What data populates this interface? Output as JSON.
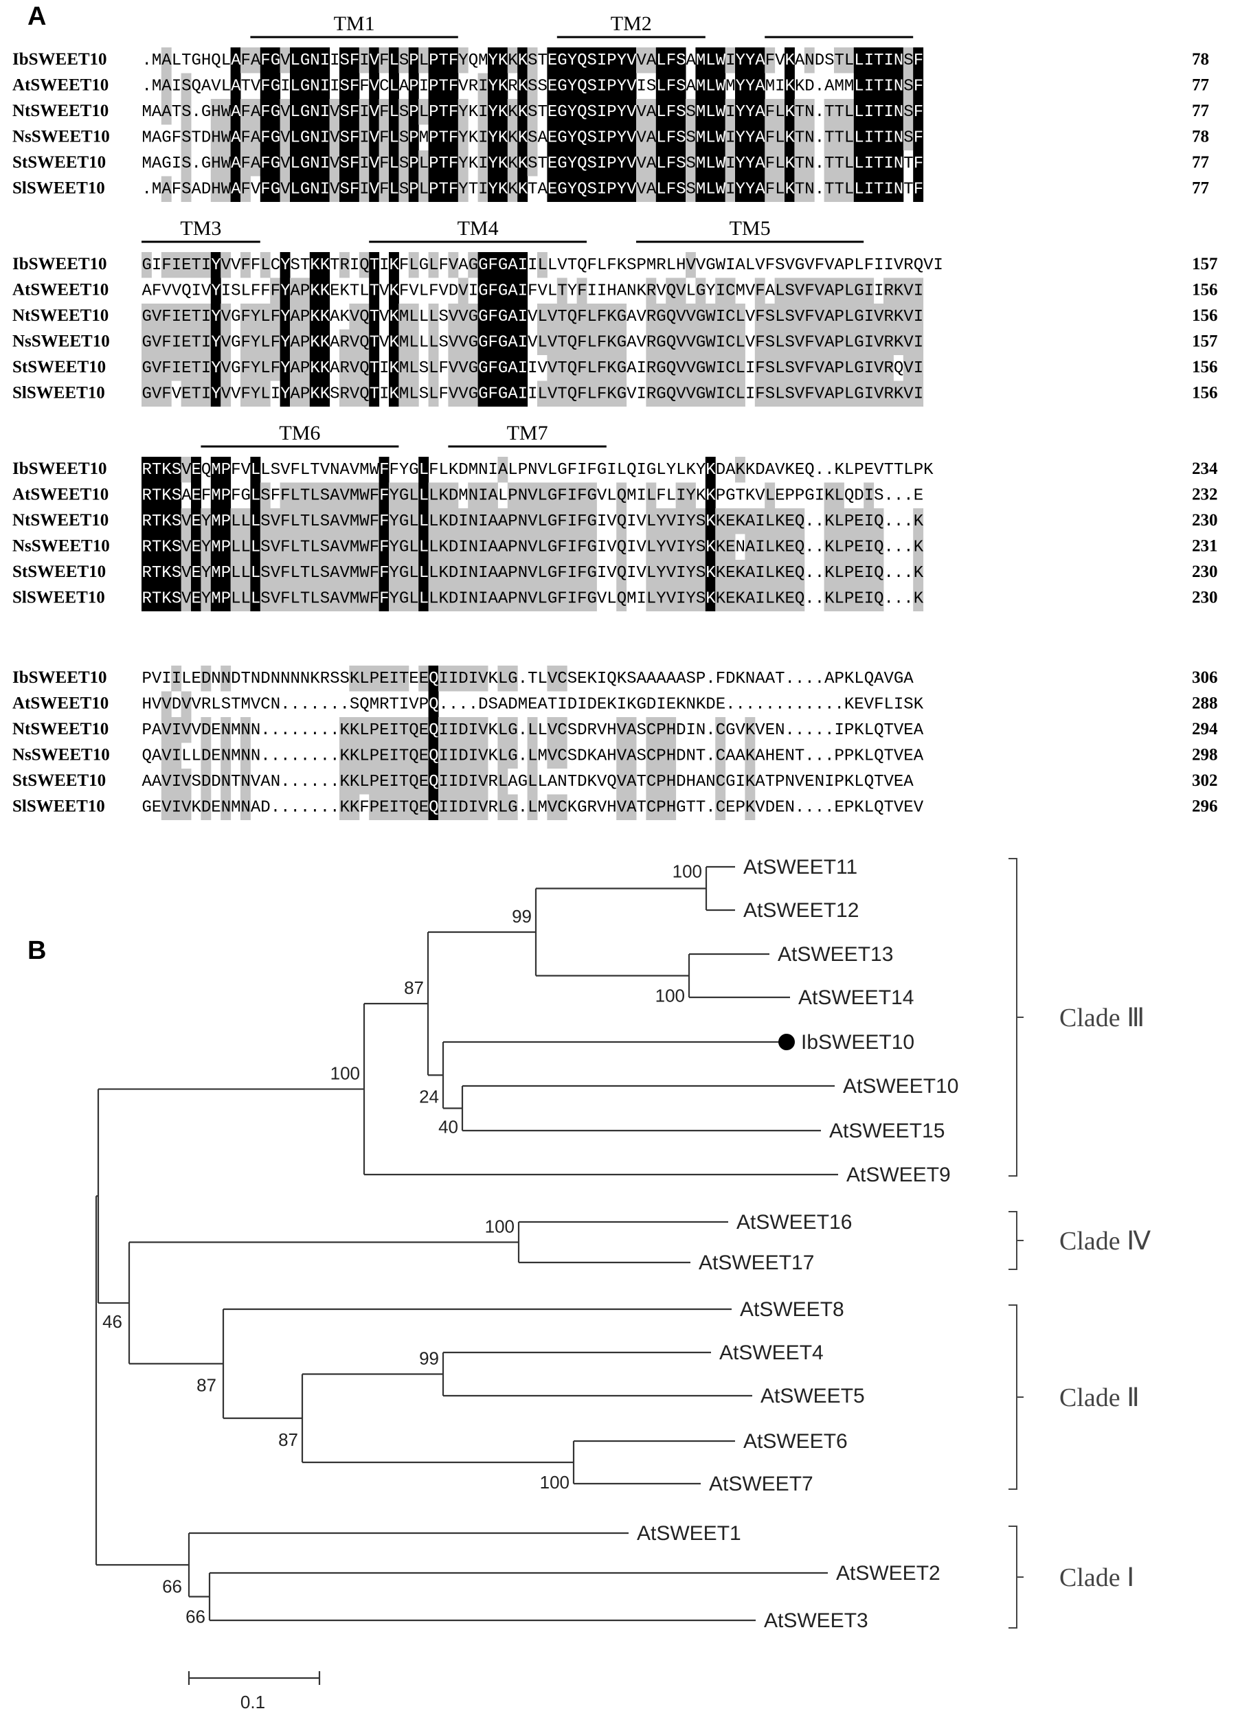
{
  "panel_a": {
    "label": "A",
    "blocks": [
      {
        "tm": [
          {
            "label": "TM1",
            "start": 11,
            "end": 32
          },
          {
            "label": "TM2",
            "start": 42,
            "end": 57
          },
          {
            "label": "TM3_1",
            "label_text": "",
            "start": 63,
            "end": 78
          }
        ],
        "rows": [
          {
            "name": "IbSWEET10",
            "seq": ".MALTGHQLAFAFGVLGNIISFIVFLSPLPTFYQMYKKKSTEGYQSIPYVVALFSAMLWIYYAFVKANDSTLLITINSF",
            "num": "78"
          },
          {
            "name": "AtSWEET10",
            "seq": ".MAISQAVLATVFGILGNIISFFVCLAPIPTFVRIYKRKSSEGYQSIPYVISLFSAMLWMYYAMIKKD.AMMLITINSF",
            "num": "77"
          },
          {
            "name": "NtSWEET10",
            "seq": "MAATS.GHWAFAFGVLGNIVSFIVFLSPLPTFYKIYKKKSTEGYQSIPYVVALFSSMLWIYYAFLKTN.TTLLITINSF",
            "num": "77"
          },
          {
            "name": "NsSWEET10",
            "seq": "MAGFSTDHWAFAFGVLGNIVSFIVFLSPMPTFYKIYKKKSAEGYQSIPYVVALFSSMLWIYYAFLKTN.TTLLITINSF",
            "num": "78"
          },
          {
            "name": "StSWEET10",
            "seq": "MAGIS.GHWAFAFGVLGNIVSFIVFLSPLPTFYKIYKKKSTEGYQSIPYVVALFSSMLWIYYAFLKTN.TTLLITINTF",
            "num": "77"
          },
          {
            "name": "SlSWEET10",
            "seq": ".MAFSADHWAFVFGVLGNIVSFIVFLSPLPTFYTIYKKKTAEGYQSIPYVVALFSSMLWIYYAFLKTN.TTLLITINTF",
            "num": "77"
          }
        ]
      },
      {
        "tm": [
          {
            "label": "TM3",
            "start": 0,
            "end": 12
          },
          {
            "label": "TM4",
            "start": 23,
            "end": 45
          },
          {
            "label": "TM5",
            "start": 50,
            "end": 73
          }
        ],
        "rows": [
          {
            "name": "IbSWEET10",
            "seq": "GIFIETIYVVFFLCYSTKKTRIQTIKFLGLFVAGGFGAIILLVTQFLFKSPMRLHVVGWIALVFSVGVFVAPLFIIVRQVI",
            "num": "157"
          },
          {
            "name": "AtSWEET10",
            "seq": "AFVVQIVYISLFFFYAPKKEKTLTVKFVLFVDVIGFGAIFVLTYFIIHANKRVQVLGYICMVFALSVFVAPLGIIRKVI",
            "num": "156"
          },
          {
            "name": "NtSWEET10",
            "seq": "GVFIETIYVGFYLFYAPKKAKVQTVKMLLLSVVGGFGAIVLVTQFLFKGAVRGQVVGWICLVFSLSVFVAPLGIVRKVI",
            "num": "156"
          },
          {
            "name": "NsSWEET10",
            "seq": "GVFIETIYVGFYLFYAPKKARVQTVKMLLLSVVGGFGAIVLVTQFLFKGAVRGQVVGWICLVFSLSVFVAPLGIVRKVI",
            "num": "157"
          },
          {
            "name": "StSWEET10",
            "seq": "GVFIETIYVGFYLFYAPKKARVQTIKMLSLFVVGGFGAIIVVTQFLFKGAIRGQVVGWICLIFSLSVFVAPLGIVRQVI",
            "num": "156"
          },
          {
            "name": "SlSWEET10",
            "seq": "GVFVETIYVVFYLIYAPKKSRVQTIKMLSLFVVGGFGAIILVTQFLFKGVIRGQVVGWICLIFSLSVFVAPLGIVRKVI",
            "num": "156"
          }
        ]
      },
      {
        "tm": [
          {
            "label": "TM6",
            "start": 6,
            "end": 26
          },
          {
            "label": "TM7",
            "start": 31,
            "end": 47
          }
        ],
        "rows": [
          {
            "name": "IbSWEET10",
            "seq": "RTKSVEQMPFVLLSVFLTVNAVMWFFYGLFLKDMNIALPNVLGFIFGILQIGLYLKYKDAKKDAVKEQ..KLPEVTTLPK",
            "num": "234"
          },
          {
            "name": "AtSWEET10",
            "seq": "RTKSAEFMPFGLSFFLTLSAVMWFFYGLLLKDMNIALPNVLGFIFGVLQMILFLIYKKPGTKVLEPPGIKLQDIS...E",
            "num": "232"
          },
          {
            "name": "NtSWEET10",
            "seq": "RTKSVEYMPLLLSVFLTLSAVMWFFYGLLLKDINIAAPNVLGFIFGIVQIVLYVIYSKKEKAILKEQ..KLPEIQ...K",
            "num": "230"
          },
          {
            "name": "NsSWEET10",
            "seq": "RTKSVEYMPLLLSVFLTLSAVMWFFYGLLLKDINIAAPNVLGFIFGIVQIVLYVIYSKKENAILKEQ..KLPEIQ...K",
            "num": "231"
          },
          {
            "name": "StSWEET10",
            "seq": "RTKSVEYMPLLLSVFLTLSAVMWFFYGLLLKDINIAAPNVLGFIFGIVQIVLYVIYSKKEKAILKEQ..KLPEIQ...K",
            "num": "230"
          },
          {
            "name": "SlSWEET10",
            "seq": "RTKSVEYMPLLLSVFLTLSAVMWFFYGLLLKDINIAAPNVLGFIFGVLQMILYVIYSKKEKAILKEQ..KLPEIQ...K",
            "num": "230"
          }
        ]
      },
      {
        "tm": [],
        "rows": [
          {
            "name": "IbSWEET10",
            "seq": "PVIILEDNNDTNDNNNNKRSSKLPEITEEQIIDIVKLG.TLVCSEKIQKSAAAAASP.FDKNAAT....APKLQAVGA",
            "num": "306"
          },
          {
            "name": "AtSWEET10",
            "seq": "HVVDVVRLSTMVCN.......SQMRTIVPQ....DSADMEATIDIDEKIKGDIEKNKDE............KEVFLISK",
            "num": "288"
          },
          {
            "name": "NtSWEET10",
            "seq": "PAVIVVDENMNN........KKLPEITQEQIIDIVKLG.LLVCSDRVHVASCPHDIN.CGVKVEN.....IPKLQTVEA",
            "num": "294"
          },
          {
            "name": "NsSWEET10",
            "seq": "QAVILLDENMNN........KKLPEITQEQIIDIVKLG.LMVCSDKAHVASCPHDNT.CAAKAHENT...PPKLQTVEA",
            "num": "298"
          },
          {
            "name": "StSWEET10",
            "seq": "AAVIVSDDNTNVAN......KKLPEITQEQIIDIVRLAGLLANTDKVQVATCPHDHANCGIKATPNVENIPKLQTVEA",
            "num": "302"
          },
          {
            "name": "SlSWEET10",
            "seq": "GEVIVKDENMNAD.......KKFPEITQEQIIDIVRLG.LMVCKGRVHVATCPHGTT.CEPKVDEN....EPKLQTVEV",
            "num": "296"
          }
        ]
      }
    ]
  },
  "panel_b": {
    "label": "B",
    "leaves": [
      {
        "id": "at11",
        "label": "AtSWEET11"
      },
      {
        "id": "at12",
        "label": "AtSWEET12"
      },
      {
        "id": "at13",
        "label": "AtSWEET13"
      },
      {
        "id": "at14",
        "label": "AtSWEET14"
      },
      {
        "id": "ib10",
        "label": "IbSWEET10",
        "marker": true
      },
      {
        "id": "at10",
        "label": "AtSWEET10"
      },
      {
        "id": "at15",
        "label": "AtSWEET15"
      },
      {
        "id": "at9",
        "label": "AtSWEET9"
      },
      {
        "id": "at16",
        "label": "AtSWEET16"
      },
      {
        "id": "at17",
        "label": "AtSWEET17"
      },
      {
        "id": "at8",
        "label": "AtSWEET8"
      },
      {
        "id": "at4",
        "label": "AtSWEET4"
      },
      {
        "id": "at5",
        "label": "AtSWEET5"
      },
      {
        "id": "at6",
        "label": "AtSWEET6"
      },
      {
        "id": "at7",
        "label": "AtSWEET7"
      },
      {
        "id": "at1",
        "label": "AtSWEET1"
      },
      {
        "id": "at2",
        "label": "AtSWEET2"
      },
      {
        "id": "at3",
        "label": "AtSWEET3"
      }
    ],
    "bootstrap_values": [
      "100",
      "99",
      "100",
      "87",
      "24",
      "40",
      "100",
      "100",
      "46",
      "87",
      "99",
      "87",
      "100",
      "66",
      "66"
    ],
    "clades": [
      {
        "label": "Clade Ⅲ"
      },
      {
        "label": "Clade Ⅳ"
      },
      {
        "label": "Clade Ⅱ"
      },
      {
        "label": "Clade Ⅰ"
      }
    ],
    "scale_label": "0.1"
  }
}
